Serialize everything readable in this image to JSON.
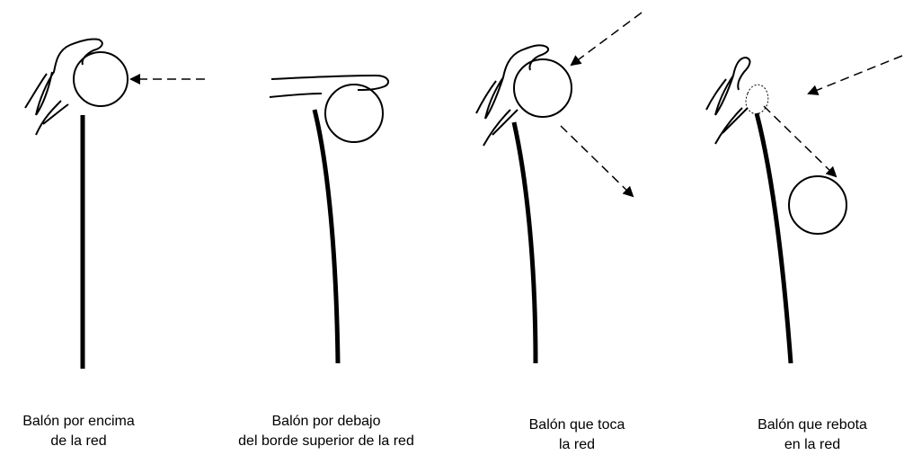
{
  "panels": [
    {
      "caption_line1": "Balón por encima",
      "caption_line2": "de la red"
    },
    {
      "caption_line1": "Balón por debajo",
      "caption_line2": "del borde superior de la red"
    },
    {
      "caption_line1": "Balón que toca",
      "caption_line2": "la red"
    },
    {
      "caption_line1": "Balón que rebota",
      "caption_line2": "en la red"
    }
  ],
  "colors": {
    "stroke": "#000000",
    "background": "#ffffff"
  }
}
